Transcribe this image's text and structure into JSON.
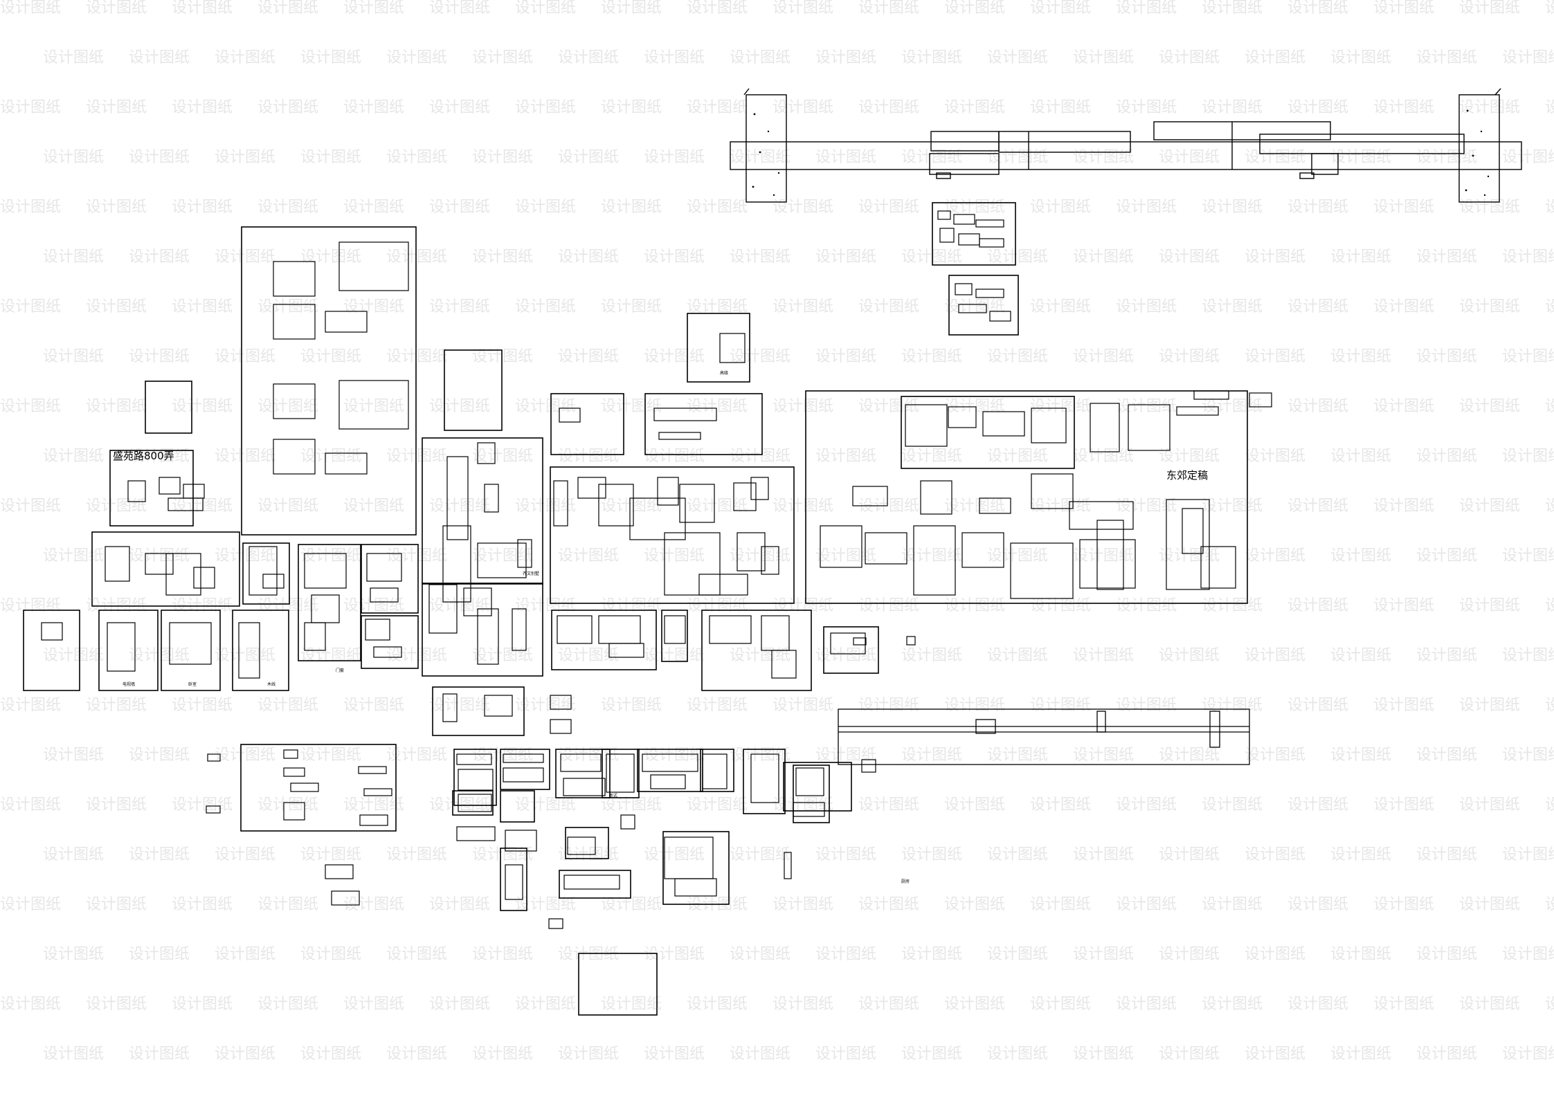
{
  "sheet_labels": {
    "title_shengyuan": "盛苑路800弄",
    "title_dongjiao": "东郊定稿",
    "panel_tv": "电视墙",
    "panel_bedroom": "卧室",
    "panel_wood": "木线",
    "panel_door": "门套",
    "panel_gaoji": "高级",
    "panel_qiwen": "齐文别墅",
    "panel_xinshi": "新式",
    "panel_chufang": "厨房"
  },
  "watermark": {
    "text": "设计图纸",
    "color": "#e6e6e6"
  },
  "colors": {
    "line": "#000000",
    "background": "#ffffff"
  }
}
